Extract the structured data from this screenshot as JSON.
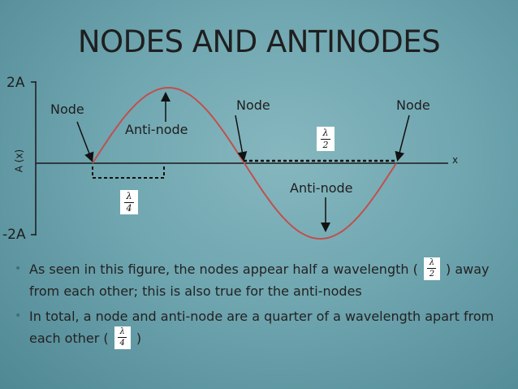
{
  "title": "NODES AND ANTINODES",
  "axis": {
    "y_top_label": "2A",
    "y_bottom_label": "-2A",
    "y_axis_label": "A (x)",
    "x_axis_label": "x"
  },
  "labels": {
    "node_1": "Node",
    "node_2": "Node",
    "node_3": "Node",
    "antinode_1": "Anti-node",
    "antinode_2": "Anti-node"
  },
  "fractions": {
    "half_wavelength": {
      "numerator": "λ",
      "denominator": "2"
    },
    "quarter_wavelength": {
      "numerator": "λ",
      "denominator": "4"
    }
  },
  "bullets": [
    {
      "before": "As seen in this figure, the nodes appear half a wavelength (",
      "frac_num": "λ",
      "frac_den": "2",
      "after": ") away from each other; this is also true for the anti-nodes"
    },
    {
      "before": "In total, a node and anti-node are a quarter of a wavelength apart from each other (",
      "frac_num": "λ",
      "frac_den": "4",
      "after": ")"
    }
  ],
  "colors": {
    "wave": "#c0504d",
    "axis": "#1a1a1a",
    "background": "#6fa6b0"
  }
}
